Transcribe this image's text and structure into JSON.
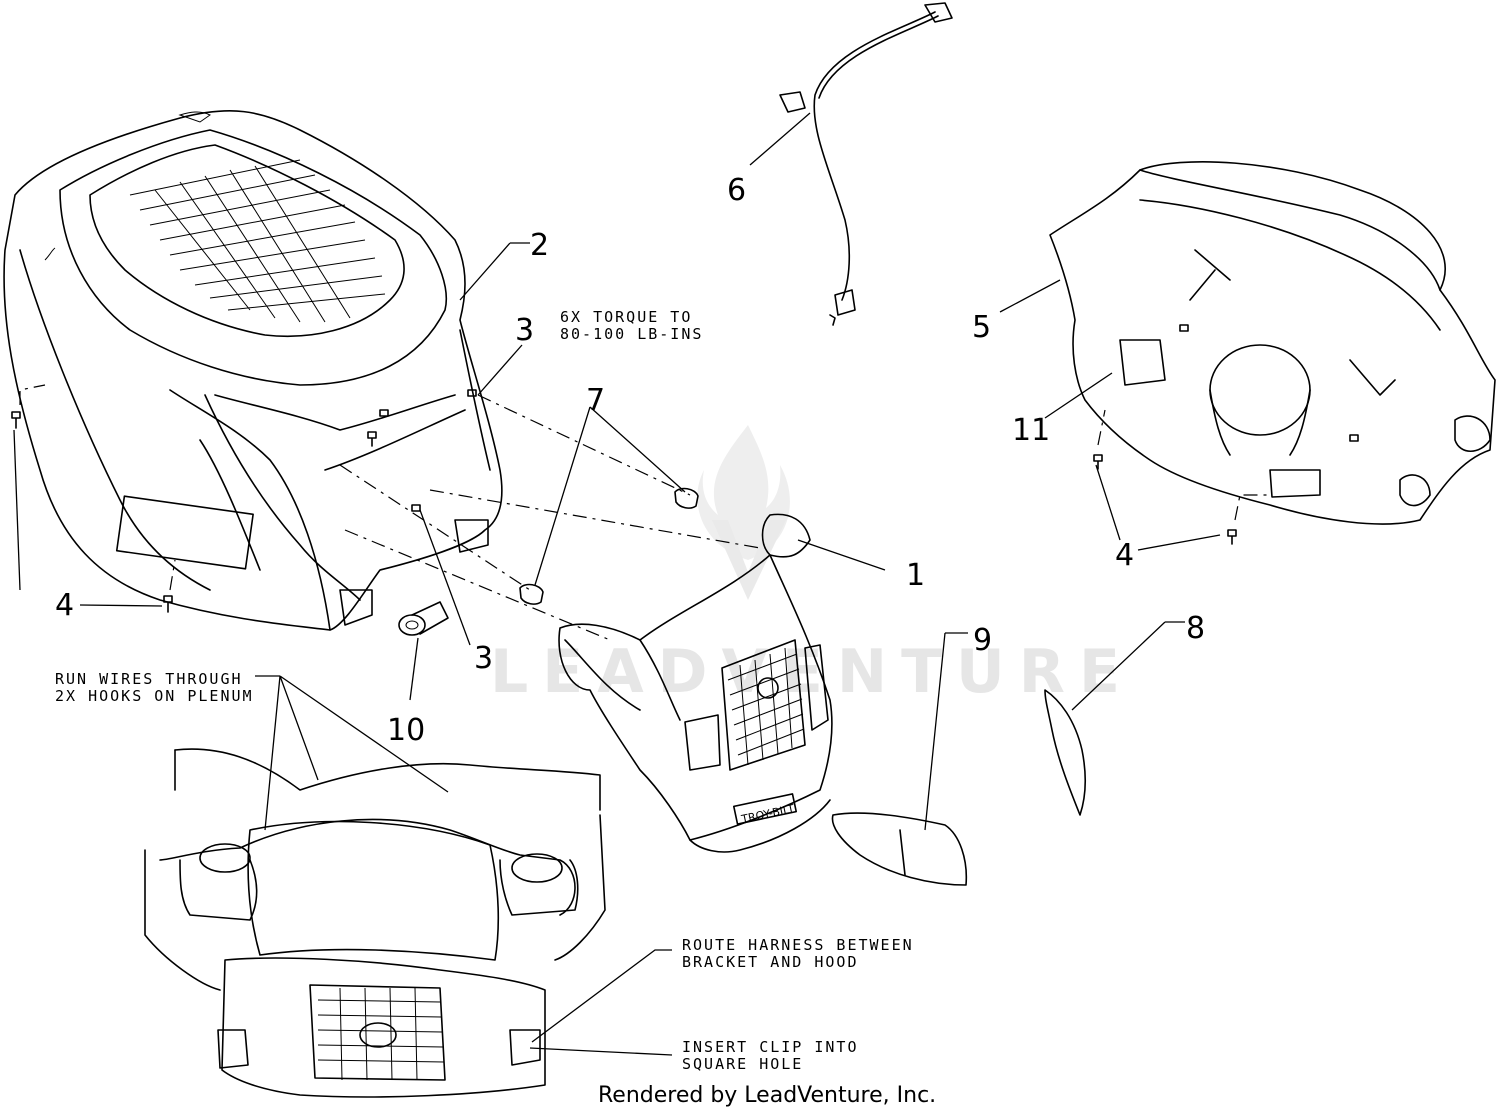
{
  "callouts": {
    "c1": "1",
    "c2": "2",
    "c3a": "3",
    "c3b": "3",
    "c4a": "4",
    "c4b": "4",
    "c5": "5",
    "c6": "6",
    "c7": "7",
    "c8": "8",
    "c9": "9",
    "c10": "10",
    "c11": "11"
  },
  "notes": {
    "torque_line1": "6X TORQUE TO",
    "torque_line2": "80-100 LB-INS",
    "wires_line1": "RUN WIRES THROUGH",
    "wires_line2": "2X HOOKS ON PLENUM",
    "harness_line1": "ROUTE HARNESS BETWEEN",
    "harness_line2": "BRACKET AND HOOD",
    "clip_line1": "INSERT CLIP INTO",
    "clip_line2": "SQUARE HOLE"
  },
  "watermark": "LEADVENTURE",
  "credit": "Rendered by LeadVenture, Inc.",
  "grille_badge": "TROY-BILT"
}
